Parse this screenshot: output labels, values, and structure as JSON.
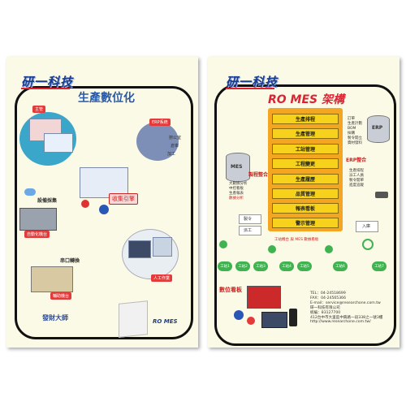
{
  "left_page": {
    "brand": "研一科技",
    "title": "生產數位化",
    "tag_boss": "主管",
    "tag_erp": "ERP系統",
    "erp_items": [
      "辦公室",
      "倉庫",
      "加工"
    ],
    "label_collect": "收集引擎",
    "label_equipment": "設備採集",
    "tag_auto_machine": "自動化機台",
    "label_serial": "串口轉換",
    "tag_assist_machine": "輔助機台",
    "tag_manual": "人工作業",
    "footer_logo": "發財大師",
    "footer_product": "RO MES"
  },
  "right_page": {
    "brand": "研一科技",
    "title": "RO MES 架構",
    "modules": [
      "生產排程",
      "生產管理",
      "工站管理",
      "工程變更",
      "生產履歷",
      "品質管理",
      "報表看板",
      "警示管理"
    ],
    "erp_label": "ERP",
    "erp_items": [
      "訂單",
      "生產計劃",
      "BOM",
      "採購",
      "製令開立",
      "資材發料"
    ],
    "erp_integrate": "ERP整合",
    "mes_label": "MES",
    "mes_integrate": "製程整合",
    "mes_items": [
      "大數據分析",
      "中控看板",
      "生產報表",
      "數據分析"
    ],
    "right_items": [
      "生產排程",
      "派工人員",
      "製令開單",
      "進度追蹤"
    ],
    "order_label": "製令",
    "dispatch_label": "派工",
    "stock_in": "入庫",
    "flow_caption": "工站機台 與 MES 數據看板",
    "flow_steps": [
      "工站1",
      "工站2",
      "工站3",
      "工站4",
      "工站5",
      "工站6",
      "工站7"
    ],
    "board_title": "數位看板",
    "contact": [
      "TEL：04-24518699",
      "FAX：04-24565366",
      "E-mail：service@researchone.com.tw",
      "研一科技有限公司",
      "統編：83127700",
      "412台中市大里區中興路一段338之一號3樓",
      "http://www.researchone.com.tw/"
    ]
  },
  "colors": {
    "page_bg": "#fbfae6",
    "frame": "#111111",
    "brand_blue": "#1a3c8c",
    "accent_red": "#e43a3a",
    "module_yellow": "#f6d21c",
    "flow_green": "#3fb34f"
  }
}
